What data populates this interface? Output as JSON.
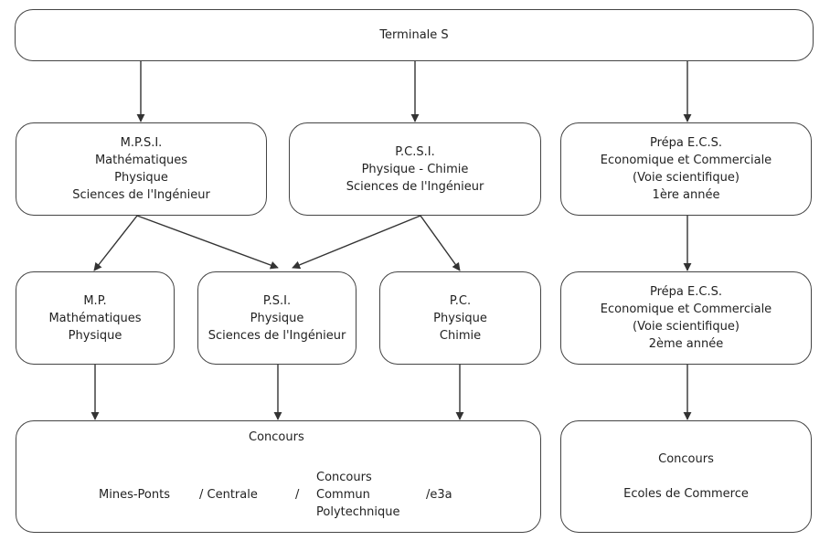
{
  "terminale": "Terminale S",
  "mpsi": [
    "M.P.S.I.",
    "Mathématiques",
    "Physique",
    "Sciences de l'Ingénieur"
  ],
  "pcsi": [
    "P.C.S.I.",
    "Physique - Chimie",
    "Sciences de l'Ingénieur"
  ],
  "ecs1": [
    "Prépa E.C.S.",
    "Economique et Commerciale",
    "(Voie scientifique)",
    "1ère année"
  ],
  "mp": [
    "M.P.",
    "Mathématiques",
    "Physique"
  ],
  "psi": [
    "P.S.I.",
    "Physique",
    "Sciences de l'Ingénieur"
  ],
  "pc": [
    "P.C.",
    "Physique",
    "Chimie"
  ],
  "ecs2": [
    "Prépa E.C.S.",
    "Economique et Commerciale",
    "(Voie scientifique)",
    "2ème année"
  ],
  "concours_left": {
    "title": "Concours",
    "mines_ponts": "Mines-Ponts",
    "centrale": "/ Centrale",
    "slash": "/",
    "ccp": [
      "Concours",
      "Commun",
      "Polytechnique"
    ],
    "e3a": "/e3a"
  },
  "concours_right": [
    "Concours",
    "Ecoles de Commerce"
  ]
}
